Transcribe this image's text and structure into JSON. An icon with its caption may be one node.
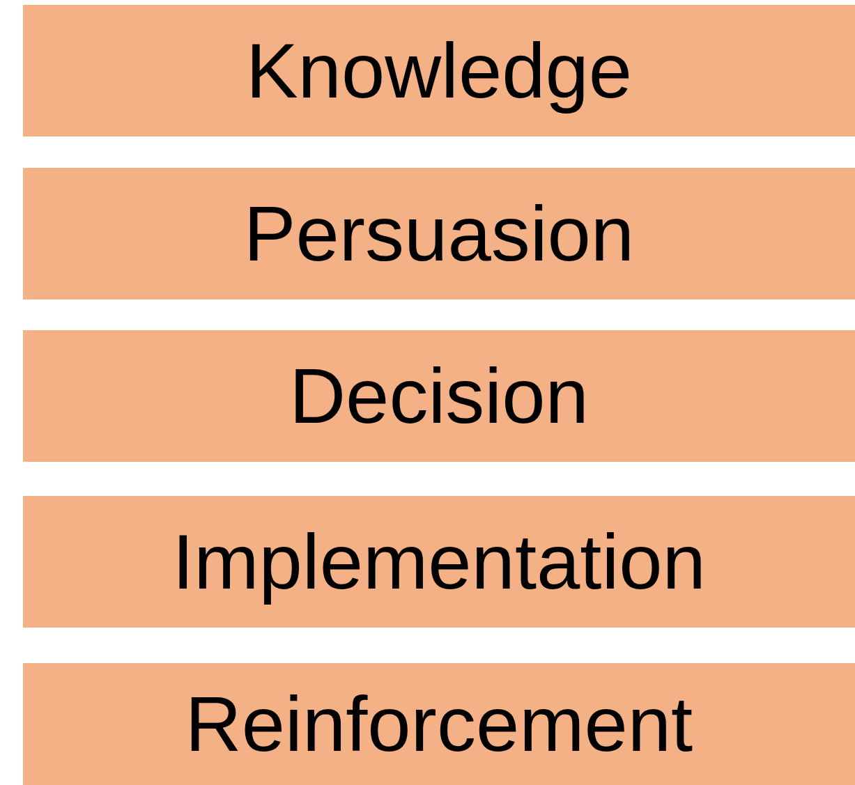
{
  "diagram": {
    "nodes": [
      {
        "text": [
          "Knowledge"
        ]
      },
      {
        "text": [
          "Persuasion"
        ]
      },
      {
        "text": [
          "Decision"
        ]
      },
      {
        "text": [
          "Implementation"
        ]
      },
      {
        "text": [
          "Reinforcement"
        ]
      }
    ]
  }
}
